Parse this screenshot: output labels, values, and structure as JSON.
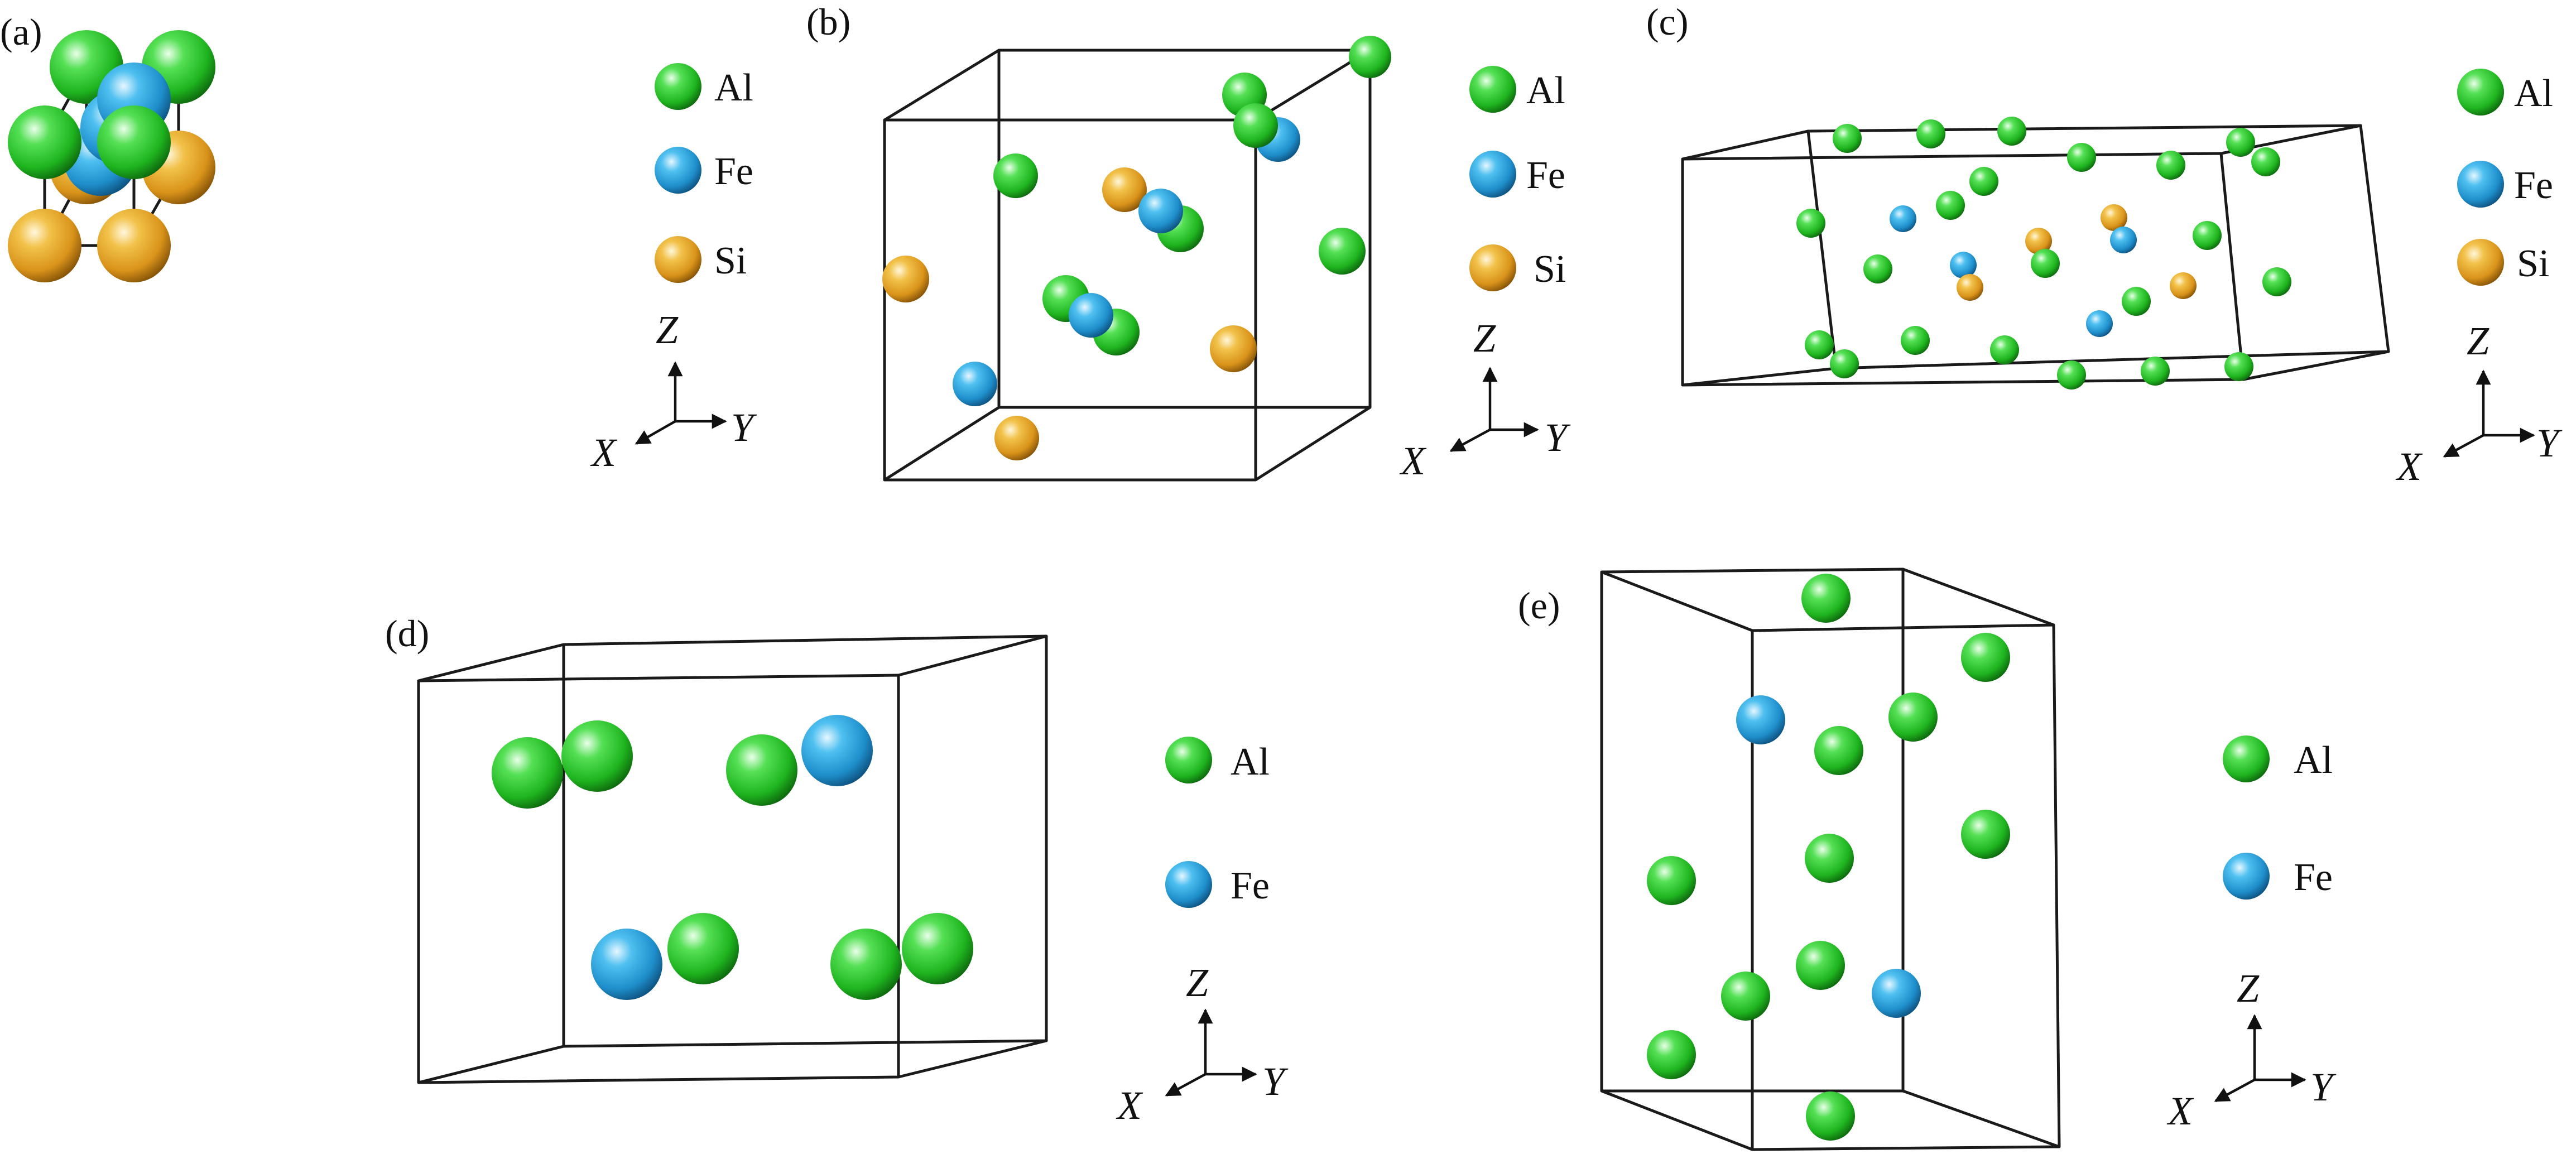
{
  "panels": [
    {
      "label": "(a)",
      "legend": [
        {
          "element": "Al",
          "color": "#22c322"
        },
        {
          "element": "Fe",
          "color": "#2a9fd8"
        },
        {
          "element": "Si",
          "color": "#e3a11a"
        }
      ],
      "axes": {
        "z": "Z",
        "x": "X",
        "y": "Y"
      }
    },
    {
      "label": "(b)",
      "legend": [
        {
          "element": "Al",
          "color": "#22c322"
        },
        {
          "element": "Fe",
          "color": "#2a9fd8"
        },
        {
          "element": "Si",
          "color": "#e3a11a"
        }
      ],
      "axes": {
        "z": "Z",
        "x": "X",
        "y": "Y"
      }
    },
    {
      "label": "(c)",
      "legend": [
        {
          "element": "Al",
          "color": "#22c322"
        },
        {
          "element": "Fe",
          "color": "#2a9fd8"
        },
        {
          "element": "Si",
          "color": "#e3a11a"
        }
      ],
      "axes": {
        "z": "Z",
        "x": "X",
        "y": "Y"
      }
    },
    {
      "label": "(d)",
      "legend": [
        {
          "element": "Al",
          "color": "#22c322"
        },
        {
          "element": "Fe",
          "color": "#2a9fd8"
        }
      ],
      "axes": {
        "z": "Z",
        "x": "X",
        "y": "Y"
      }
    },
    {
      "label": "(e)",
      "legend": [
        {
          "element": "Al",
          "color": "#22c322"
        },
        {
          "element": "Fe",
          "color": "#2a9fd8"
        }
      ],
      "axes": {
        "z": "Z",
        "x": "X",
        "y": "Y"
      }
    }
  ]
}
